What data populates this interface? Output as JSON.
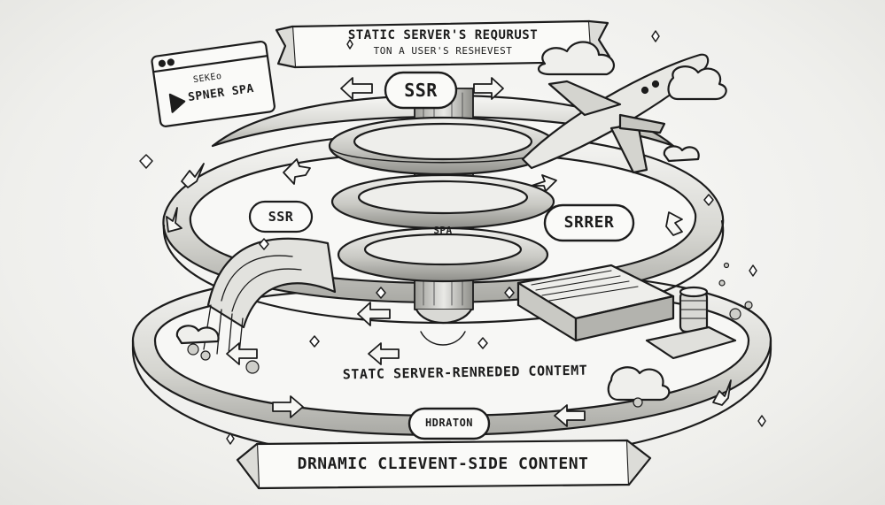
{
  "banner": {
    "line1": "STATIC SERVER'S REQURUST",
    "line2": "TON A USER'S RESHEVEST"
  },
  "browser_window": {
    "line1": "SEKEo",
    "line2": "SPNER SPA"
  },
  "labels": {
    "ssr_top": "SSR",
    "ssr_left": "SSR",
    "spa_center": "SPA",
    "srrer_right": "SRRER",
    "static_content": "STATC SERVER-RENREDED CONTEMT",
    "hydration": "HDRATON",
    "dynamic_content": "DRNAMIC CLIEVENT-SIDE CONTENT"
  },
  "style": {
    "ink": "#1c1c1c",
    "paper": "#f4f4f2",
    "shade": "#bdbdb8"
  },
  "icons": [
    "arrow-icon",
    "sparkle-icon",
    "cloud-icon",
    "airplane-icon",
    "server-stack-icon",
    "coin-stack-icon",
    "waterfall-icon"
  ]
}
